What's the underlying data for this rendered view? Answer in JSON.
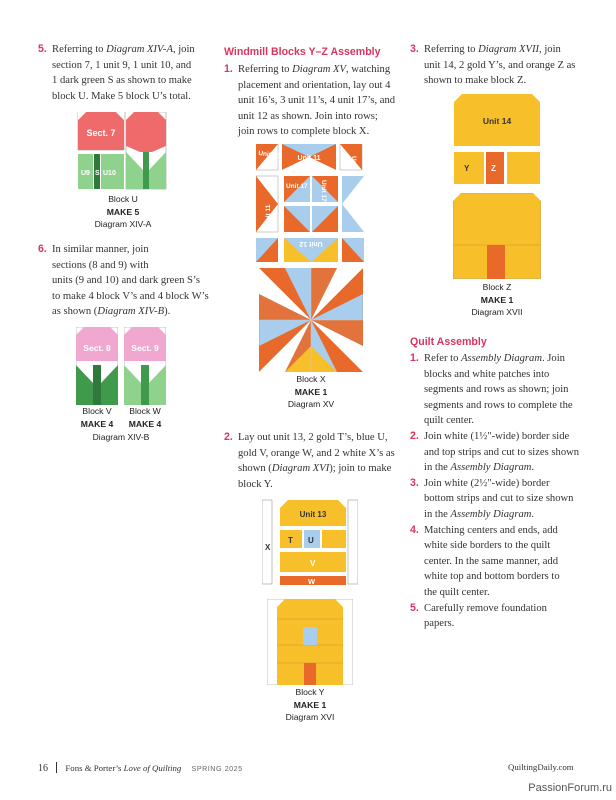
{
  "left_column": {
    "step5": {
      "number": "5.",
      "line1": "Referring to ",
      "ref": "Diagram XIV-A",
      "line1b": ", join",
      "line2": "section 7, 1 unit 9, 1 unit 10, and",
      "line3": "1 dark green S as shown to make",
      "line4": "block U. Make 5 block U’s total."
    },
    "block_u": {
      "labels": {
        "sect": "Sect. 7",
        "u9": "U9",
        "s": "S",
        "u10": "U10"
      },
      "caption_name": "Block U",
      "caption_make": "MAKE 5",
      "caption_diagram": "Diagram XIV-A"
    },
    "step6": {
      "number": "6.",
      "line1": "In similar manner, join",
      "line2": "sections (8 and 9) with",
      "line3": "units (9 and 10) and dark green S’s",
      "line4": "to make 4 block V’s and 4 block W’s",
      "line5a": "as shown (",
      "ref": "Diagram XIV-B",
      "line5b": ")."
    },
    "block_v": {
      "label": "Sect. 8",
      "caption_name": "Block V",
      "caption_make": "MAKE 4"
    },
    "block_w": {
      "label": "Sect. 9",
      "caption_name": "Block W",
      "caption_make": "MAKE 4"
    },
    "diagram_xivb": "Diagram XIV-B"
  },
  "middle_column": {
    "heading": "Windmill Blocks Y–Z Assembly",
    "step1": {
      "number": "1.",
      "line1a": "Referring to ",
      "ref": "Diagram XV",
      "line1b": ", watching",
      "line2": "placement and orientation, lay out 4",
      "line3": "unit 16’s, 3 unit 11’s, 4 unit 17’s, and",
      "line4": "unit 12 as shown. Join into rows;",
      "line5": "join rows to complete block X."
    },
    "block_x": {
      "labels": {
        "u16": "Unit 16",
        "u11": "Unit 11",
        "u17": "Unit 17",
        "u12": "Unit 12"
      },
      "caption_name": "Block X",
      "caption_make": "MAKE 1",
      "caption_diagram": "Diagram XV"
    },
    "step2": {
      "number": "2.",
      "line1": "Lay out unit 13, 2 gold T’s, blue U,",
      "line2": "gold V, orange W, and 2 white X’s as",
      "line3a": "shown (",
      "ref": "Diagram XVI",
      "line3b": "); join to make",
      "line4": "block Y."
    },
    "block_y": {
      "labels": {
        "u13": "Unit 13",
        "t": "T",
        "u": "U",
        "v": "V",
        "w": "W",
        "x": "X"
      },
      "caption_name": "Block Y",
      "caption_make": "MAKE 1",
      "caption_diagram": "Diagram XVI"
    }
  },
  "right_column": {
    "step3": {
      "number": "3.",
      "line1a": "Referring to ",
      "ref": "Diagram XVII",
      "line1b": ", join",
      "line2": "unit 14, 2 gold Y’s, and orange Z as",
      "line3": "shown to make block Z."
    },
    "block_z": {
      "labels": {
        "u14": "Unit 14",
        "y": "Y",
        "z": "Z"
      },
      "caption_name": "Block Z",
      "caption_make": "MAKE 1",
      "caption_diagram": "Diagram XVII"
    },
    "heading": "Quilt Assembly",
    "steps": [
      {
        "number": "1.",
        "lines": [
          "Refer to |Assembly Diagram|. Join",
          "blocks and white patches into",
          "segments and rows as shown; join",
          "segments and rows to complete the",
          "quilt center."
        ]
      },
      {
        "number": "2.",
        "lines": [
          "Join white (1½\"-wide) border side",
          "and top strips and cut to sizes shown",
          "in the |Assembly Diagram|."
        ]
      },
      {
        "number": "3.",
        "lines": [
          "Join white (2½\"-wide) border",
          "bottom strips and cut to size shown",
          "in the |Assembly Diagram|."
        ]
      },
      {
        "number": "4.",
        "lines": [
          "Matching centers and ends, add",
          "white side borders to the quilt",
          "center. In the same manner, add",
          "white top and bottom borders to",
          "the quilt center."
        ]
      },
      {
        "number": "5.",
        "lines": [
          "Carefully remove foundation",
          "papers."
        ]
      }
    ]
  },
  "footer": {
    "page_number": "16",
    "magazine_prefix": "Fons & Porter’s ",
    "magazine_title": "Love of Quilting",
    "issue": "SPRING 2025",
    "site": "QuiltingDaily.com"
  },
  "watermark": "PassionForum.ru",
  "colors": {
    "accent": "#d8355f",
    "gold": "#f7c02a",
    "orange": "#e8692a",
    "light_blue": "#a9cdec",
    "coral": "#ef6a6a",
    "pink": "#f0a8d0",
    "green_dark": "#3f9a4c",
    "green_light": "#8fd28e",
    "blue": "#8cc0e6"
  }
}
